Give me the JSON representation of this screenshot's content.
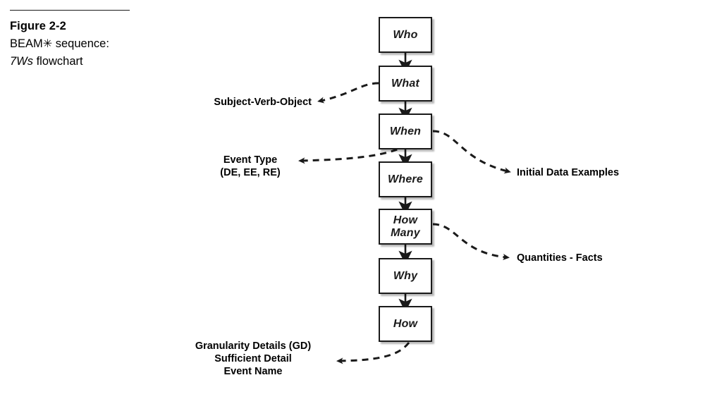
{
  "figure": {
    "number_label": "Figure 2-2",
    "title_line": "BEAM",
    "title_star": "✳",
    "title_line_tail": " sequence:",
    "subtitle_italic": "7Ws",
    "subtitle_tail": " flowchart"
  },
  "flow": {
    "nodes": [
      {
        "id": "who",
        "label": "Who"
      },
      {
        "id": "what",
        "label": "What"
      },
      {
        "id": "when",
        "label": "When"
      },
      {
        "id": "where",
        "label": "Where"
      },
      {
        "id": "how-many",
        "label": "How\nMany"
      },
      {
        "id": "why",
        "label": "Why"
      },
      {
        "id": "how",
        "label": "How"
      }
    ],
    "annotations": [
      {
        "id": "subject-verb-object",
        "text": "Subject-Verb-Object",
        "source_node": "what",
        "side": "left"
      },
      {
        "id": "event-type",
        "text": "Event Type\n(DE, EE, RE)",
        "source_node": "when",
        "side": "left"
      },
      {
        "id": "initial-data-examples",
        "text": "Initial Data Examples",
        "source_node": "when",
        "side": "right"
      },
      {
        "id": "quantities-facts",
        "text": "Quantities - Facts",
        "source_node": "how-many",
        "side": "right"
      },
      {
        "id": "granularity-details",
        "text": "Granularity Details (GD)\nSufficient Detail\nEvent Name",
        "source_node": "how",
        "side": "left"
      }
    ]
  },
  "colors": {
    "ink": "#1a1a1a",
    "text": "#000000",
    "box_fill": "#ffffff",
    "background": "#ffffff"
  }
}
